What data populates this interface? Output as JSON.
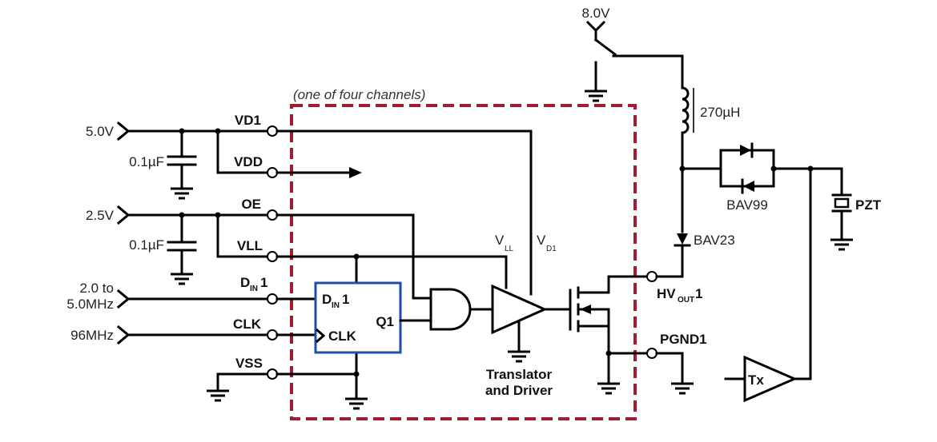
{
  "colors": {
    "channel_box": "#a01c2e",
    "flipflop_box": "#1f4fa8",
    "wire": "#000000"
  },
  "labels": {
    "channel_note": "(one of four channels)",
    "hv_supply": "8.0V",
    "inductor": "270µH",
    "diode_pair": "BAV99",
    "diode_single": "BAV23",
    "transducer": "PZT",
    "tx_amp": "Tx",
    "translator_line1": "Translator",
    "translator_line2": "and Driver"
  },
  "inputs": {
    "v5": "5.0V",
    "cap1": "0.1µF",
    "v25": "2.5V",
    "cap2": "0.1µF",
    "din_freq_line1": "2.0 to",
    "din_freq_line2": "5.0MHz",
    "clk_freq": "96MHz"
  },
  "pins": {
    "vd1": "VD1",
    "vdd": "VDD",
    "oe": "OE",
    "vll": "VLL",
    "din_main": "D",
    "din_sub": "IN",
    "din_suffix": "1",
    "clk": "CLK",
    "vss": "VSS",
    "hvout_main": "HV",
    "hvout_sub": "OUT",
    "hvout_suffix": "1",
    "pgnd": "PGND1"
  },
  "flipflop": {
    "d_main": "D",
    "d_sub": "IN",
    "d_suffix": "1",
    "clk": "CLK",
    "q": "Q1"
  },
  "driver": {
    "vll_main": "V",
    "vll_sub": "LL",
    "vd1_main": "V",
    "vd1_sub": "D1"
  }
}
